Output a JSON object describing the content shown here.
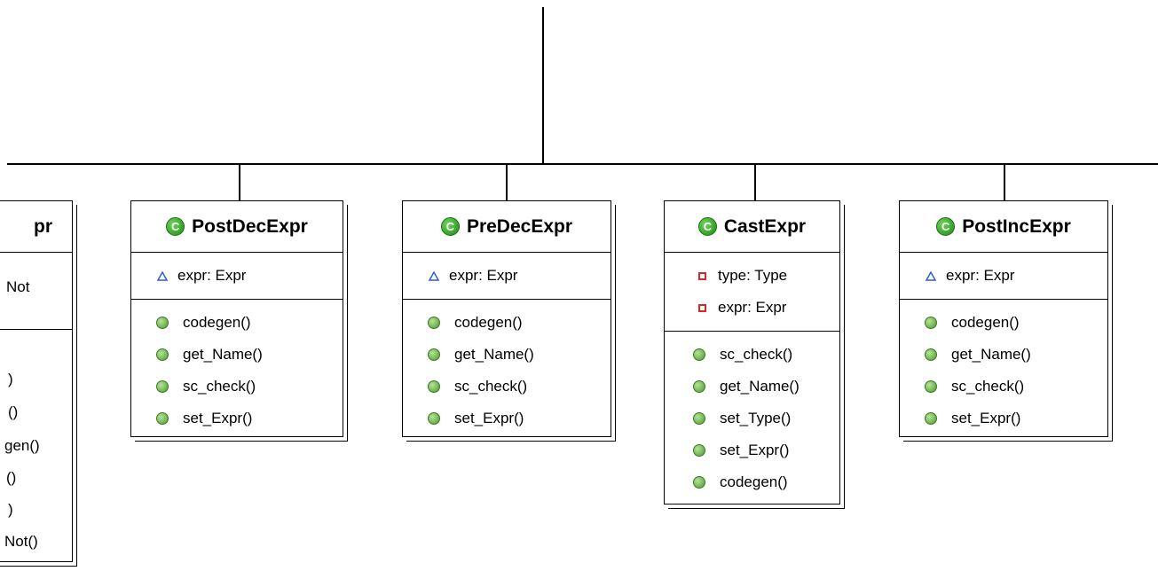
{
  "classes": [
    {
      "key": "post-dec-expr",
      "name": "PostDecExpr",
      "attributes": [
        {
          "visibility": "package",
          "text": "expr: Expr"
        }
      ],
      "operations": [
        "codegen()",
        "get_Name()",
        "sc_check()",
        "set_Expr()"
      ]
    },
    {
      "key": "pre-dec-expr",
      "name": "PreDecExpr",
      "attributes": [
        {
          "visibility": "package",
          "text": "expr: Expr"
        }
      ],
      "operations": [
        "codegen()",
        "get_Name()",
        "sc_check()",
        "set_Expr()"
      ]
    },
    {
      "key": "cast-expr",
      "name": "CastExpr",
      "attributes": [
        {
          "visibility": "private",
          "text": "type: Type"
        },
        {
          "visibility": "private",
          "text": "expr: Expr"
        }
      ],
      "operations": [
        "sc_check()",
        "get_Name()",
        "set_Type()",
        "set_Expr()",
        "codegen()"
      ]
    },
    {
      "key": "post-inc-expr",
      "name": "PostIncExpr",
      "attributes": [
        {
          "visibility": "package",
          "text": "expr: Expr"
        }
      ],
      "operations": [
        "codegen()",
        "get_Name()",
        "sc_check()",
        "set_Expr()"
      ]
    }
  ],
  "partial_class": {
    "name_fragment": "pr",
    "attribute_fragment": "Not",
    "operation_fragments": [
      ")",
      "()",
      "gen()",
      "()",
      ")",
      "Not()"
    ]
  },
  "colors": {
    "class_icon": "#2e9b22",
    "private_marker": "#d62828",
    "package_marker": "#2b5fd9",
    "operation_dot": "#5aa836"
  }
}
